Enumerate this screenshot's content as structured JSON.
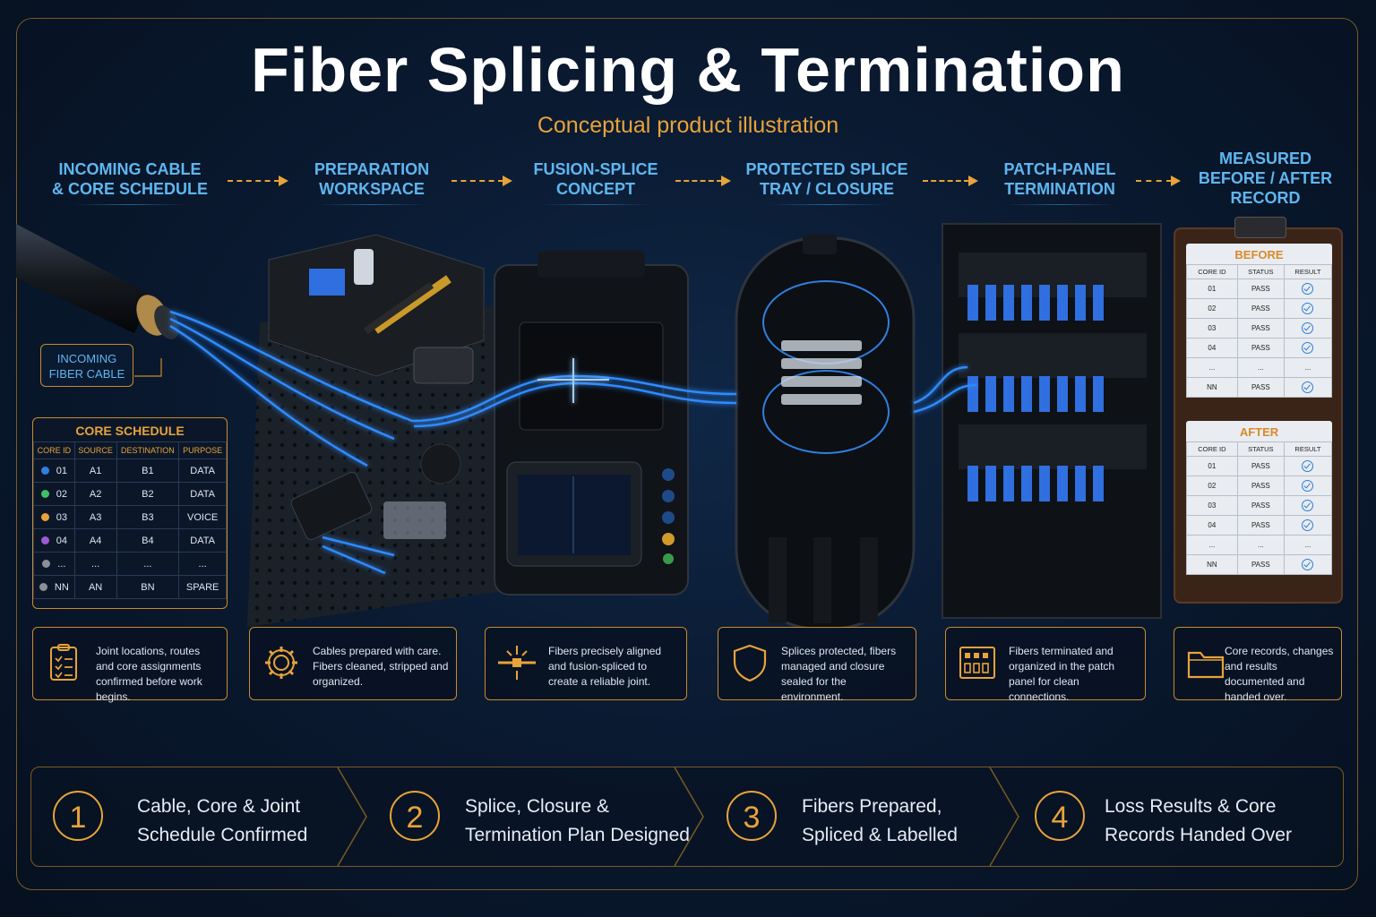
{
  "title": "Fiber Splicing & Termination",
  "subtitle": "Conceptual product illustration",
  "stages": [
    {
      "line1": "INCOMING CABLE",
      "line2": "& CORE SCHEDULE"
    },
    {
      "line1": "PREPARATION",
      "line2": "WORKSPACE"
    },
    {
      "line1": "FUSION-SPLICE",
      "line2": "CONCEPT"
    },
    {
      "line1": "PROTECTED SPLICE",
      "line2": "TRAY / CLOSURE"
    },
    {
      "line1": "PATCH-PANEL",
      "line2": "TERMINATION"
    },
    {
      "line1": "MEASURED",
      "line2": "BEFORE / AFTER",
      "line3": "RECORD"
    }
  ],
  "tag": {
    "line1": "INCOMING",
    "line2": "FIBER CABLE"
  },
  "core_schedule": {
    "title": "CORE SCHEDULE",
    "headers": [
      "CORE ID",
      "SOURCE",
      "DESTINATION",
      "PURPOSE"
    ],
    "rows": [
      {
        "id": "01",
        "source": "A1",
        "destination": "B1",
        "purpose": "DATA",
        "color": "#2f7fe0"
      },
      {
        "id": "02",
        "source": "A2",
        "destination": "B2",
        "purpose": "DATA",
        "color": "#3fbf6a"
      },
      {
        "id": "03",
        "source": "A3",
        "destination": "B3",
        "purpose": "VOICE",
        "color": "#e8a33a"
      },
      {
        "id": "04",
        "source": "A4",
        "destination": "B4",
        "purpose": "DATA",
        "color": "#9b59d6"
      },
      {
        "id": "...",
        "source": "...",
        "destination": "...",
        "purpose": "...",
        "color": "#8a8f99"
      },
      {
        "id": "NN",
        "source": "AN",
        "destination": "BN",
        "purpose": "SPARE",
        "color": "#8a8f99"
      }
    ]
  },
  "records": {
    "before": {
      "title": "BEFORE",
      "headers": [
        "CORE ID",
        "STATUS",
        "RESULT"
      ],
      "rows": [
        {
          "id": "01",
          "status": "PASS",
          "check": true
        },
        {
          "id": "02",
          "status": "PASS",
          "check": true
        },
        {
          "id": "03",
          "status": "PASS",
          "check": true
        },
        {
          "id": "04",
          "status": "PASS",
          "check": true
        },
        {
          "id": "...",
          "status": "...",
          "check": false,
          "result": "..."
        },
        {
          "id": "NN",
          "status": "PASS",
          "check": true
        }
      ]
    },
    "after": {
      "title": "AFTER",
      "headers": [
        "CORE ID",
        "STATUS",
        "RESULT"
      ],
      "rows": [
        {
          "id": "01",
          "status": "PASS",
          "check": true
        },
        {
          "id": "02",
          "status": "PASS",
          "check": true
        },
        {
          "id": "03",
          "status": "PASS",
          "check": true
        },
        {
          "id": "04",
          "status": "PASS",
          "check": true
        },
        {
          "id": "...",
          "status": "...",
          "check": false,
          "result": "..."
        },
        {
          "id": "NN",
          "status": "PASS",
          "check": true
        }
      ]
    }
  },
  "cards": [
    {
      "icon": "clipboard-checklist-icon",
      "text": "Joint locations, routes and core assignments confirmed before work begins."
    },
    {
      "icon": "gear-icon",
      "text": "Cables prepared with care. Fibers cleaned, stripped and organized."
    },
    {
      "icon": "fiber-align-icon",
      "text": "Fibers precisely aligned and fusion-spliced to create a reliable joint."
    },
    {
      "icon": "shield-icon",
      "text": "Splices protected, fibers managed and closure sealed for the environment."
    },
    {
      "icon": "patch-panel-icon",
      "text": "Fibers terminated and organized in the patch panel for clean connections."
    },
    {
      "icon": "folder-icon",
      "text": "Core records, changes and results documented and handed over."
    }
  ],
  "steps": [
    {
      "num": "1",
      "line1": "Cable, Core & Joint",
      "line2": "Schedule Confirmed"
    },
    {
      "num": "2",
      "line1": "Splice, Closure &",
      "line2": "Termination Plan Designed"
    },
    {
      "num": "3",
      "line1": "Fibers Prepared,",
      "line2": "Spliced & Labelled"
    },
    {
      "num": "4",
      "line1": "Loss Results & Core",
      "line2": "Records Handed Over"
    }
  ],
  "colors": {
    "accent": "#e8a33a",
    "label_blue": "#5fb6f0",
    "fiber_blue": "#2f8bff",
    "border_gold": "#c98a2d"
  }
}
